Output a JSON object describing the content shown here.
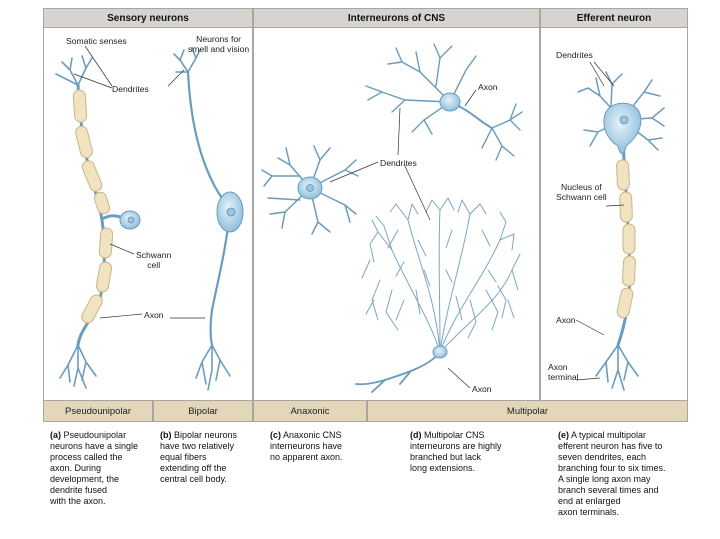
{
  "headers": {
    "sensory": "Sensory neurons",
    "interneurons": "Interneurons of CNS",
    "efferent": "Efferent neuron"
  },
  "labels": {
    "somatic_senses": "Somatic senses",
    "neurons_for_smell_1": "Neurons for",
    "neurons_for_smell_2": "smell and vision",
    "dendrites_a": "Dendrites",
    "schwann_1": "Schwann",
    "schwann_2": "cell",
    "axon_a": "Axon",
    "axon_c": "Axon",
    "dendrites_c": "Dendrites",
    "axon_d": "Axon",
    "dendrites_e": "Dendrites",
    "nucleus_1": "Nucleus of",
    "nucleus_2": "Schwann cell",
    "axon_e": "Axon",
    "axon_terminal_1": "Axon",
    "axon_terminal_2": "terminal"
  },
  "categories": {
    "pseudounipolar": "Pseudounipolar",
    "bipolar": "Bipolar",
    "anaxonic": "Anaxonic",
    "multipolar": "Multipolar"
  },
  "captions": {
    "a": {
      "tag": "(a)",
      "lines": [
        "Pseudounipolar",
        "neurons have a single",
        "process called the",
        "axon. During",
        "development, the",
        "dendrite fused",
        "with the axon."
      ]
    },
    "b": {
      "tag": "(b)",
      "lines": [
        "Bipolar neurons",
        "have two relatively",
        "equal fibers",
        "extending off the",
        "central cell body."
      ]
    },
    "c": {
      "tag": "(c)",
      "lines": [
        "Anaxonic CNS",
        "interneurons have",
        "no apparent axon."
      ]
    },
    "d": {
      "tag": "(d)",
      "lines": [
        "Multipolar CNS",
        "interneurons are highly",
        "branched but lack",
        "long extensions."
      ]
    },
    "e": {
      "tag": "(e)",
      "lines": [
        "A typical multipolar",
        "efferent neuron has five to",
        "seven dendrites, each",
        "branching four to six times.",
        "A single long axon may",
        "branch several times and",
        "end at enlarged",
        "axon terminals."
      ]
    }
  },
  "colors": {
    "neuron_fill": "#bcd9ea",
    "neuron_stroke": "#6a9cbd",
    "myelin_fill": "#f1e3bf",
    "myelin_stroke": "#c9b688",
    "header_bg": "#d6d3d0",
    "category_bg": "#e4d6b9"
  }
}
